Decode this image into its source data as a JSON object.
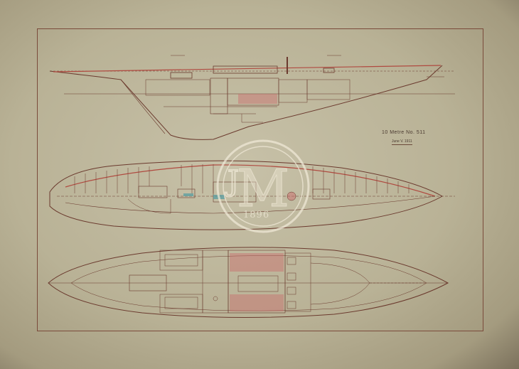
{
  "plan": {
    "title": "10 Metre No. 511",
    "date": "June V. 1911"
  },
  "watermark": {
    "monogram": "JM",
    "year": "1896"
  },
  "colors": {
    "paper": "#bcb59b",
    "ink": "#6b3a2e",
    "red_wash": "#c96c6c",
    "blue_wash": "#5f9fa0",
    "watermark": "#efe8d6"
  }
}
